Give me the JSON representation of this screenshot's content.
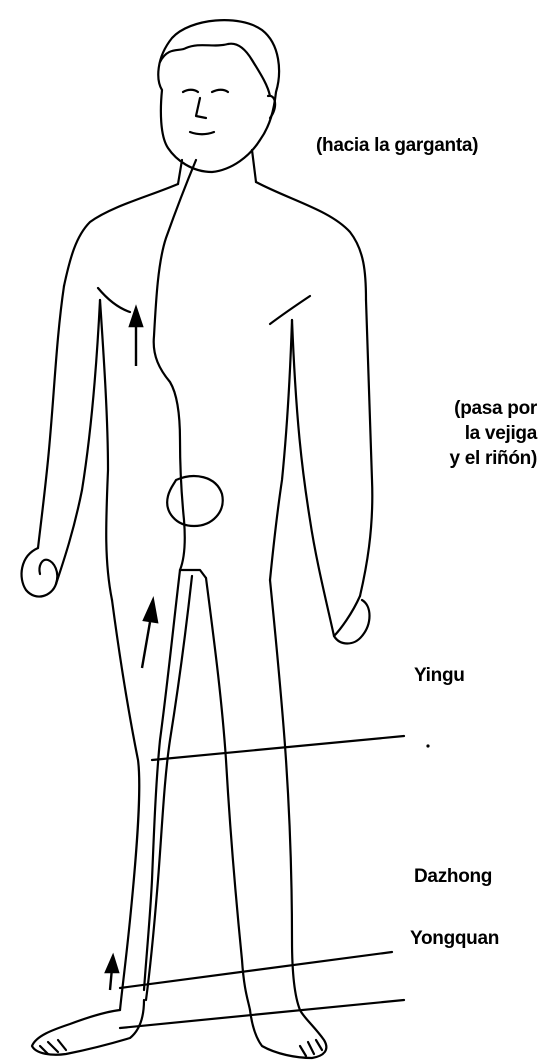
{
  "labels": {
    "throat": "(hacia la garganta)",
    "bladder_line1": "(pasa por",
    "bladder_line2": "la vejiga",
    "bladder_line3": "y el riñón)",
    "yingu": "Yingu",
    "dazhong": "Dazhong",
    "yongquan": "Yongquan"
  },
  "colors": {
    "ink": "#000000",
    "background": "#ffffff"
  }
}
